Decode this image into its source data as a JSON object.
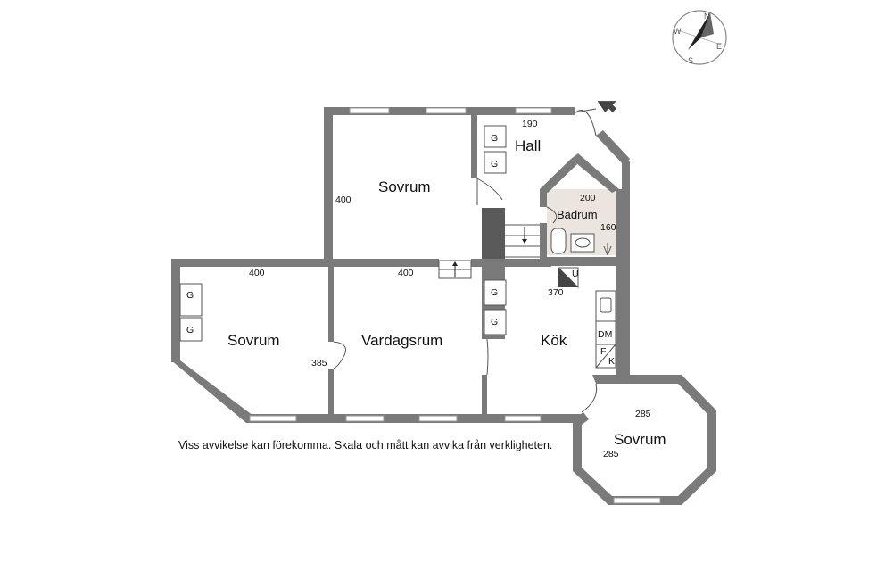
{
  "rooms": {
    "sovrum_top": "Sovrum",
    "hall": "Hall",
    "badrum": "Badrum",
    "sovrum_left": "Sovrum",
    "vardagsrum": "Vardagsrum",
    "kok": "Kök",
    "sovrum_octagon": "Sovrum"
  },
  "dimensions": {
    "sovrum_top_height": "400",
    "hall_width": "190",
    "badrum_width": "200",
    "badrum_height": "160",
    "left_top_width": "400",
    "vardagsrum_width": "400",
    "kok_width": "370",
    "sovrum_left_height": "385",
    "octagon_width": "285",
    "octagon_height": "285"
  },
  "fixtures": {
    "wardrobe": "G",
    "utility": "U",
    "dishwasher": "DM",
    "fridge": "F",
    "freezer": "K"
  },
  "compass": {
    "n": "N",
    "e": "E",
    "s": "S",
    "w": "W"
  },
  "note": "Viss avvikelse kan förekomma. Skala och mått kan avvika från verkligheten."
}
